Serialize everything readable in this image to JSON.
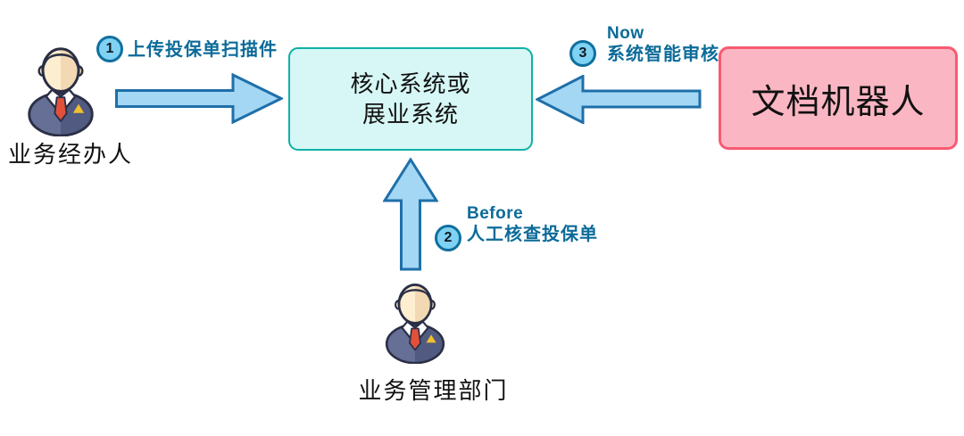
{
  "actors": {
    "clerk": {
      "label": "业务经办人"
    },
    "management": {
      "label": "业务管理部门"
    }
  },
  "systems": {
    "core": {
      "line1": "核心系统或",
      "line2": "展业系统"
    },
    "robot": {
      "label": "文档机器人"
    }
  },
  "steps": {
    "step1": {
      "number": "1",
      "label": "上传投保单扫描件"
    },
    "step2": {
      "number": "2",
      "tag": "Before",
      "label": "人工核查投保单"
    },
    "step3": {
      "number": "3",
      "tag": "Now",
      "label": "系统智能审核"
    }
  },
  "colors": {
    "page_bg": "#ffffff",
    "core_fill": "#d6f7f5",
    "core_border": "#0fb0a6",
    "robot_fill": "#fbb6c3",
    "robot_border": "#f95a72",
    "arrow_fill": "#a3d7f4",
    "arrow_border": "#1f6fa9",
    "circle_fill": "#7fd2f3",
    "circle_border": "#0f6f9e",
    "annotation_text": "#0c6b99",
    "label_text": "#111111"
  }
}
